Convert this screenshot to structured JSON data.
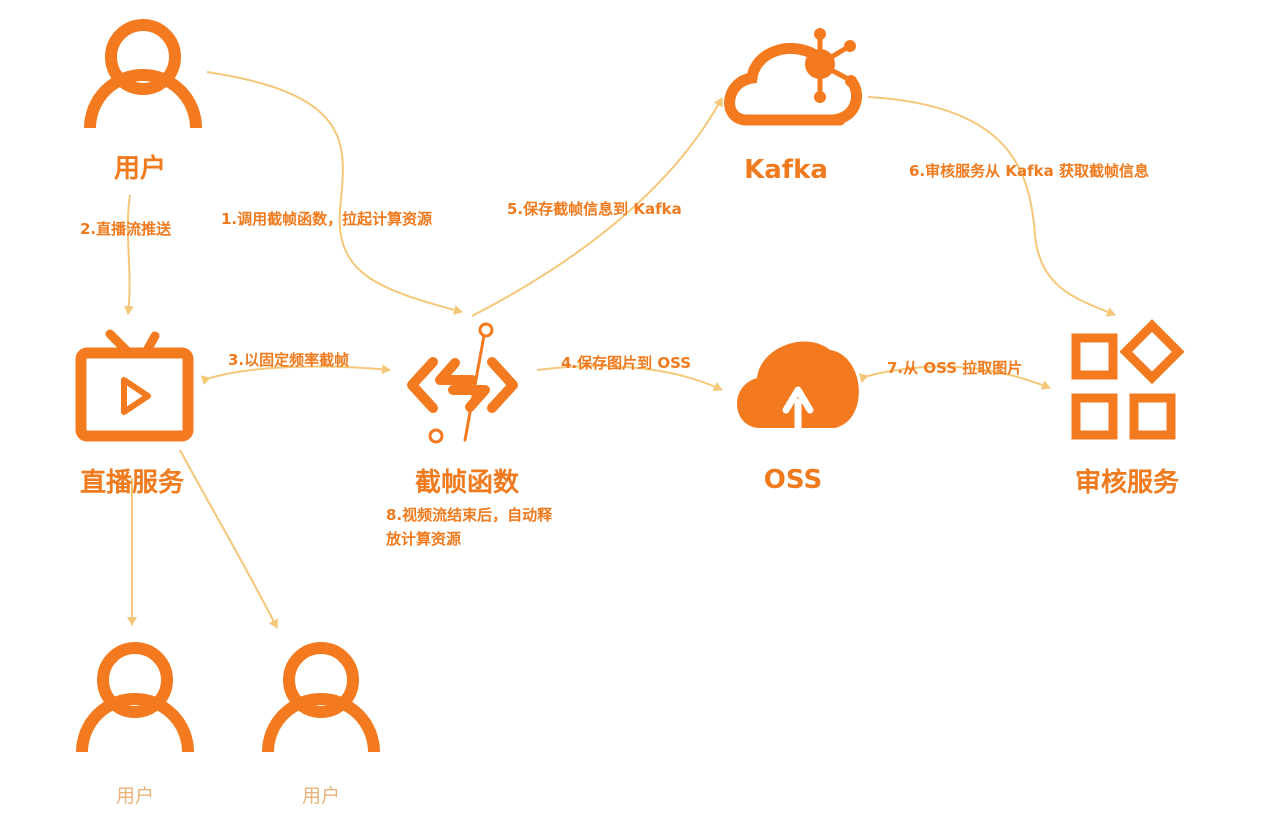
{
  "colors": {
    "icon": "#f47a20",
    "arrow": "#f5c77a",
    "label": "#f07a1e",
    "label_light": "#eab27a"
  },
  "nodes": {
    "user_top": {
      "label": "用户",
      "icon": "user-icon"
    },
    "live_service": {
      "label": "直播服务",
      "icon": "tv-icon"
    },
    "frame_function": {
      "label": "截帧函数",
      "icon": "function-icon"
    },
    "kafka": {
      "label": "Kafka",
      "icon": "kafka-cloud-icon"
    },
    "oss": {
      "label": "OSS",
      "icon": "oss-cloud-icon"
    },
    "audit_service": {
      "label": "审核服务",
      "icon": "apps-icon"
    },
    "viewer_1": {
      "label": "用户",
      "icon": "user-icon"
    },
    "viewer_2": {
      "label": "用户",
      "icon": "user-icon"
    }
  },
  "edges": {
    "e1": {
      "label": "1.调用截帧函数，拉起计算资源"
    },
    "e2": {
      "label": "2.直播流推送"
    },
    "e3": {
      "label": "3.以固定频率截帧"
    },
    "e4": {
      "label": "4.保存图片到 OSS"
    },
    "e5": {
      "label": "5.保存截帧信息到 Kafka"
    },
    "e6": {
      "label": "6.审核服务从 Kafka 获取截帧信息"
    },
    "e7": {
      "label": "7.从 OSS 拉取图片"
    },
    "e8": {
      "label": "8.视频流结束后，自动释放计算资源"
    }
  }
}
